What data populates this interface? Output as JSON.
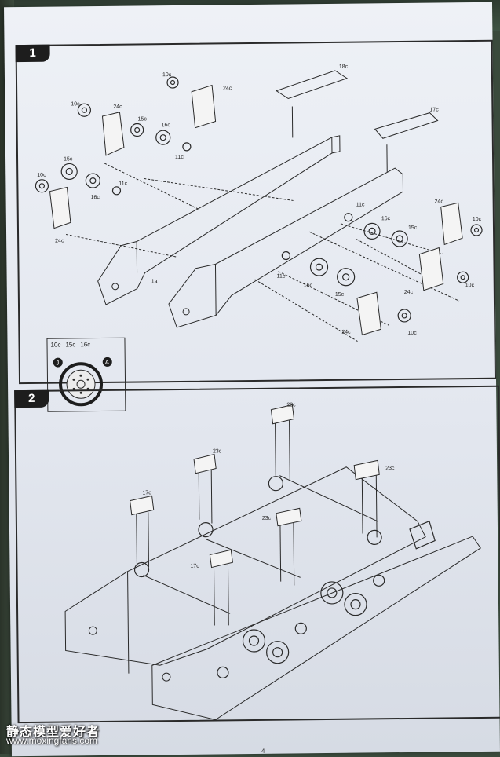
{
  "steps": [
    {
      "number": "1",
      "part_labels": [
        "18c",
        "17c",
        "10c",
        "24c",
        "10c",
        "24c",
        "15c",
        "16c",
        "11c",
        "10c",
        "15c",
        "16c",
        "11c",
        "24c",
        "11c",
        "16c",
        "15c",
        "24c",
        "10c",
        "11c",
        "16c",
        "15c",
        "24c",
        "10c",
        "24c",
        "10c",
        "1a"
      ],
      "inset": {
        "labels": [
          "10c",
          "15c",
          "16c"
        ],
        "marker_j": "J",
        "marker_a": "A"
      }
    },
    {
      "number": "2",
      "part_labels": [
        "23c",
        "23c",
        "17c",
        "23c",
        "23c",
        "17c"
      ]
    }
  ],
  "watermark": {
    "title": "静态模型爱好者",
    "url": "www.moxingfans.com"
  },
  "page_number": "4",
  "colors": {
    "line": "#2a2a2a",
    "paper": "#e8ebf1",
    "step_tab": "#1d1d1d"
  }
}
